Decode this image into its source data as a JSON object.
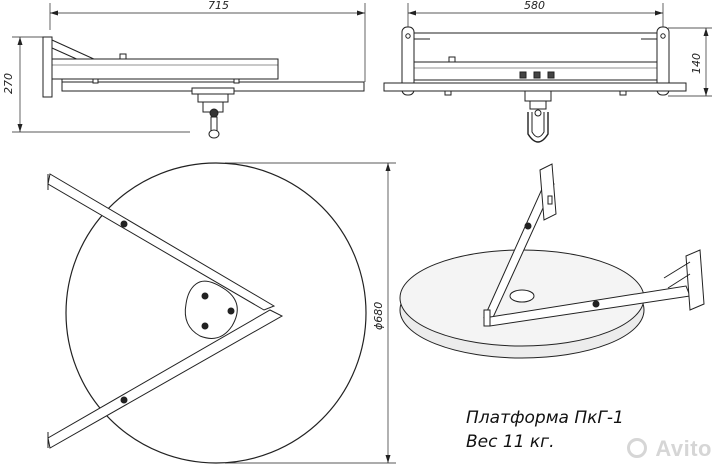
{
  "dimensions": {
    "top_width": "715",
    "side_width": "580",
    "height_left": "270",
    "height_right": "140",
    "diameter": "ϕ680"
  },
  "caption": {
    "line1": "Платформа ПкГ-1",
    "line2": "Вес 11 кг."
  },
  "watermark": "Avito",
  "colors": {
    "line": "#222222",
    "disc_fill": "#f2f2f2",
    "watermark": "#d6d6d6"
  }
}
